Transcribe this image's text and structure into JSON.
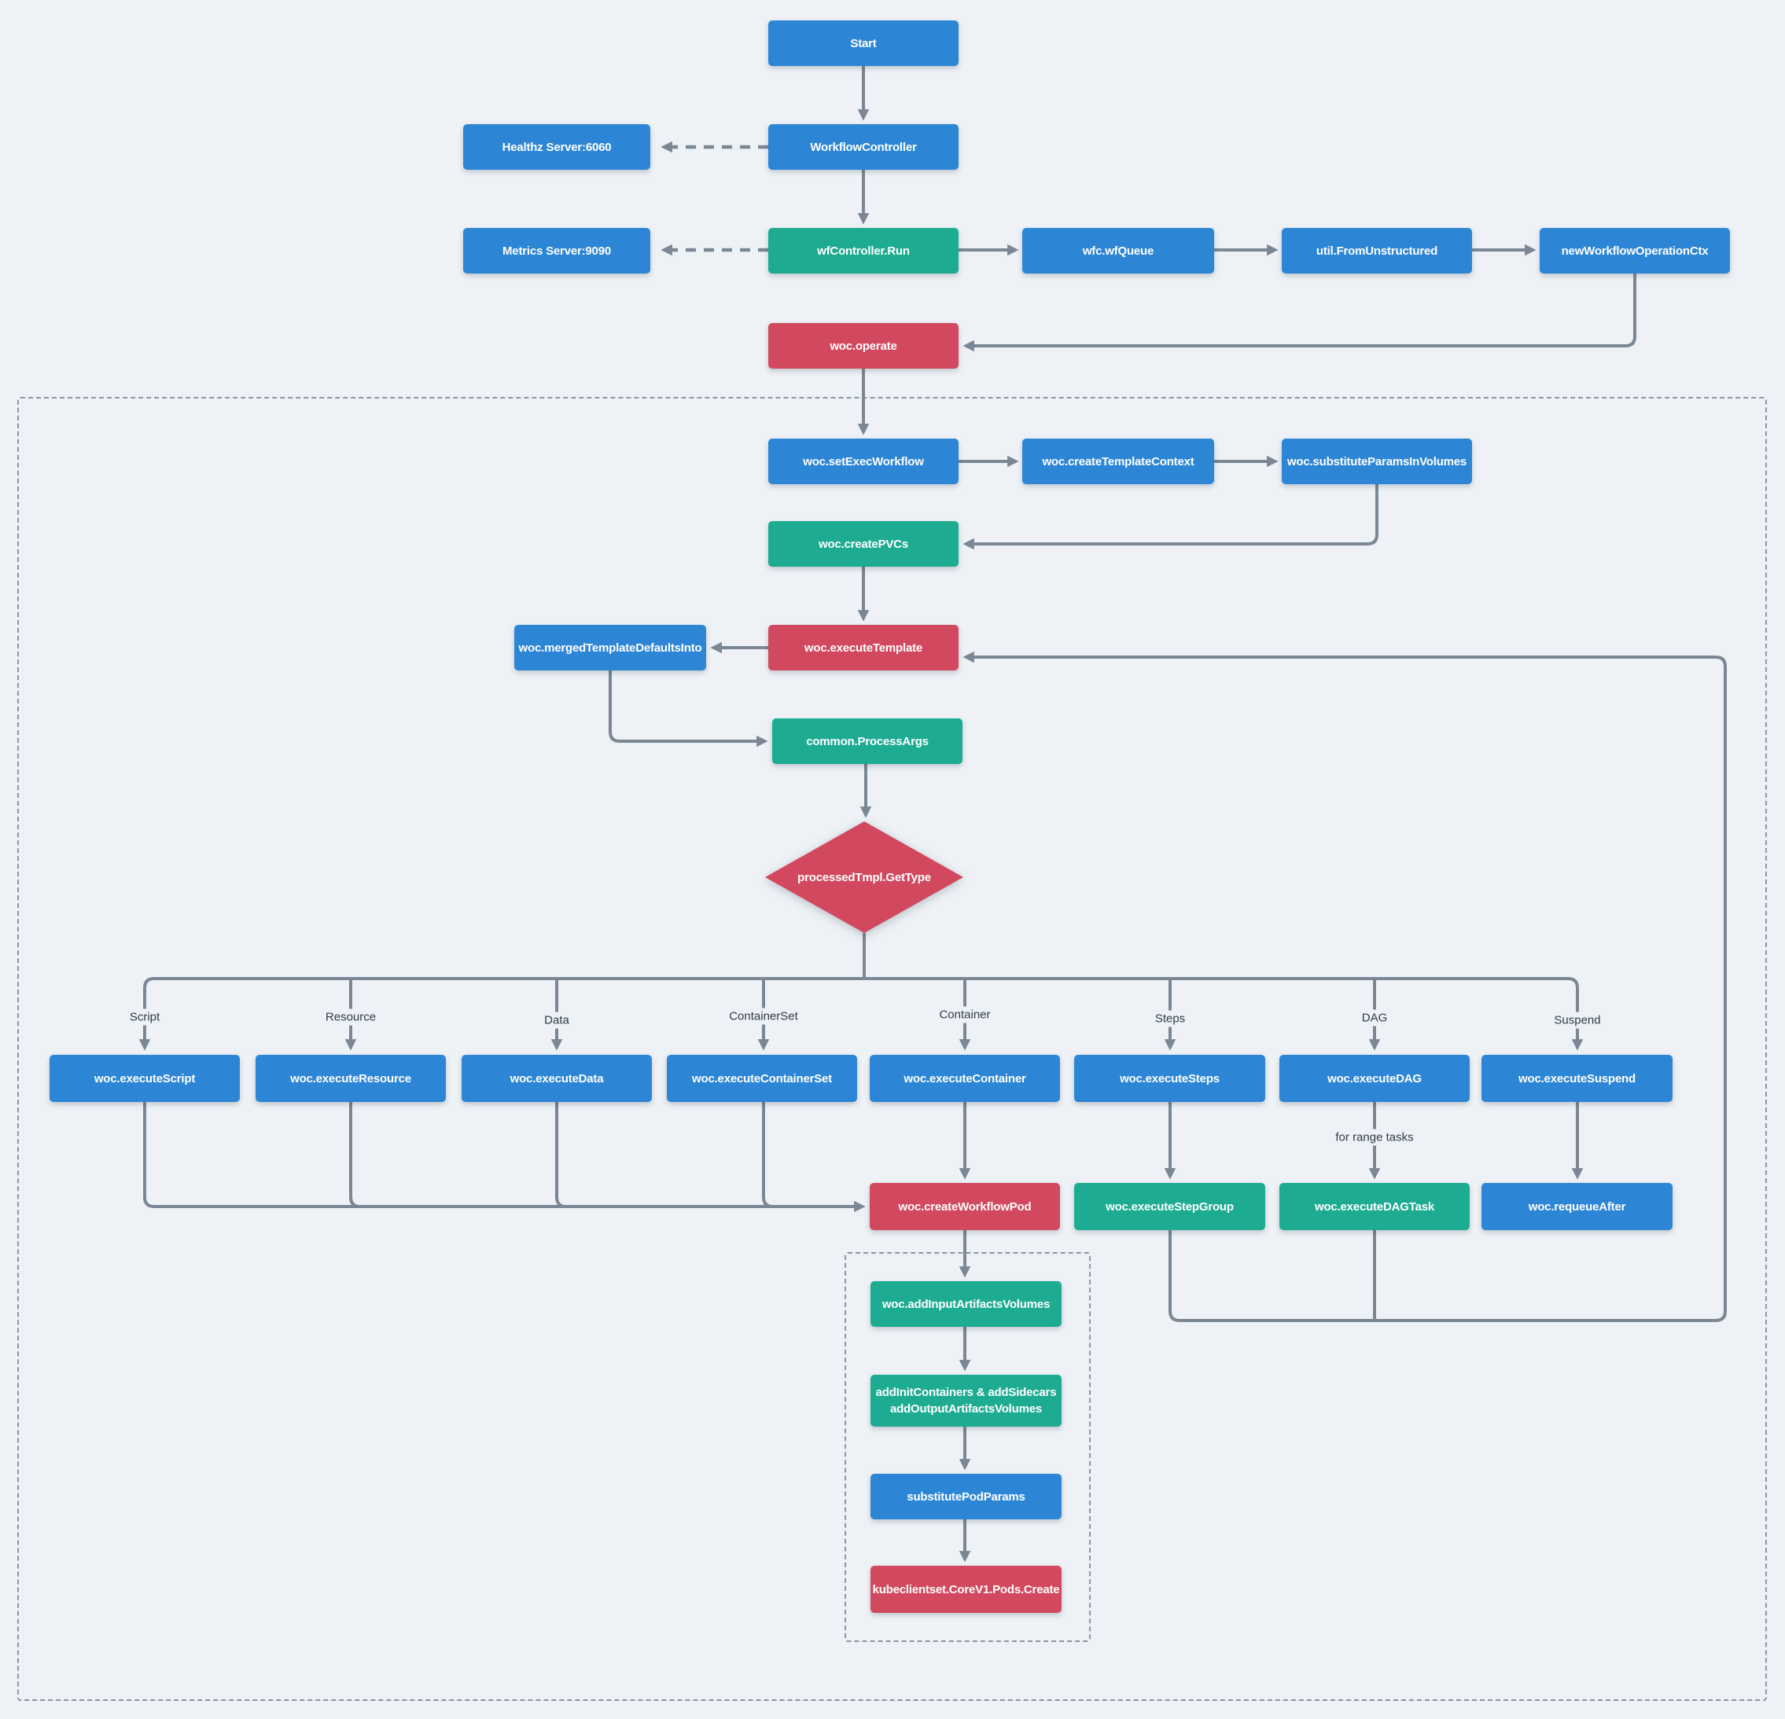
{
  "palette": {
    "background": "#eef2f6",
    "node_blue": "#2d86d5",
    "node_teal": "#1dab92",
    "node_red": "#d2495f",
    "connector": "#7b8794",
    "dashed_border": "#8995a3",
    "label_text": "#2d3b4a",
    "node_text": "#ffffff"
  },
  "nodes": {
    "start": {
      "label": "Start",
      "color": "blue"
    },
    "workflow_controller": {
      "label": "WorkflowController",
      "color": "blue"
    },
    "healthz_server": {
      "label": "Healthz Server:6060",
      "color": "blue"
    },
    "metrics_server": {
      "label": "Metrics Server:9090",
      "color": "blue"
    },
    "wf_controller_run": {
      "label": "wfController.Run",
      "color": "teal"
    },
    "wfc_wf_queue": {
      "label": "wfc.wfQueue",
      "color": "blue"
    },
    "util_from_unstructured": {
      "label": "util.FromUnstructured",
      "color": "blue"
    },
    "new_workflow_operation_ctx": {
      "label": "newWorkflowOperationCtx",
      "color": "blue"
    },
    "woc_operate": {
      "label": "woc.operate",
      "color": "red"
    },
    "woc_set_exec_workflow": {
      "label": "woc.setExecWorkflow",
      "color": "blue"
    },
    "woc_create_template_context": {
      "label": "woc.createTemplateContext",
      "color": "blue"
    },
    "woc_substitute_params_in_volumes": {
      "label": "woc.substituteParamsInVolumes",
      "color": "blue"
    },
    "woc_create_pvcs": {
      "label": "woc.createPVCs",
      "color": "teal"
    },
    "woc_execute_template": {
      "label": "woc.executeTemplate",
      "color": "red"
    },
    "woc_merged_template_defaults_into": {
      "label": "woc.mergedTemplateDefaultsInto",
      "color": "blue"
    },
    "common_process_args": {
      "label": "common.ProcessArgs",
      "color": "teal"
    },
    "processed_tmpl_get_type": {
      "label": "processedTmpl.GetType",
      "color": "red"
    },
    "woc_execute_script": {
      "label": "woc.executeScript",
      "color": "blue"
    },
    "woc_execute_resource": {
      "label": "woc.executeResource",
      "color": "blue"
    },
    "woc_execute_data": {
      "label": "woc.executeData",
      "color": "blue"
    },
    "woc_execute_container_set": {
      "label": "woc.executeContainerSet",
      "color": "blue"
    },
    "woc_execute_container": {
      "label": "woc.executeContainer",
      "color": "blue"
    },
    "woc_execute_steps": {
      "label": "woc.executeSteps",
      "color": "blue"
    },
    "woc_execute_dag": {
      "label": "woc.executeDAG",
      "color": "blue"
    },
    "woc_execute_suspend": {
      "label": "woc.executeSuspend",
      "color": "blue"
    },
    "woc_create_workflow_pod": {
      "label": "woc.createWorkflowPod",
      "color": "red"
    },
    "woc_execute_step_group": {
      "label": "woc.executeStepGroup",
      "color": "teal"
    },
    "woc_execute_dag_task": {
      "label": "woc.executeDAGTask",
      "color": "teal"
    },
    "woc_requeue_after": {
      "label": "woc.requeueAfter",
      "color": "blue"
    },
    "woc_add_input_artifacts_volumes": {
      "label": "woc.addInputArtifactsVolumes",
      "color": "teal"
    },
    "add_init_containers_sidecars": {
      "label": "addInitContainers & addSidecars\naddOutputArtifactsVolumes",
      "color": "teal"
    },
    "substitute_pod_params": {
      "label": "substitutePodParams",
      "color": "blue"
    },
    "kubeclientset_pods_create": {
      "label": "kubeclientset.CoreV1.Pods.Create",
      "color": "red"
    }
  },
  "branch_labels": [
    "Script",
    "Resource",
    "Data",
    "ContainerSet",
    "Container",
    "Steps",
    "DAG",
    "Suspend"
  ],
  "annotations": {
    "dag_task_loop": "for range tasks"
  }
}
